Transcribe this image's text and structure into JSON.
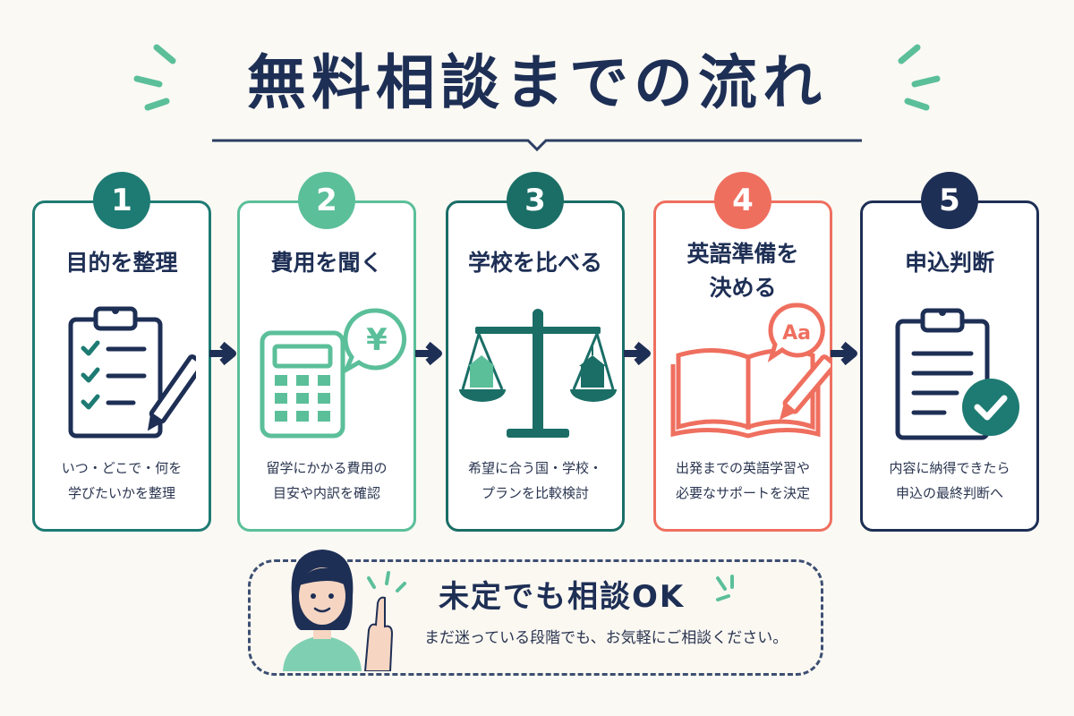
{
  "title": "無料相談までの流れ",
  "steps": [
    {
      "num": "1",
      "title": "目的を整理",
      "desc": [
        "いつ・どこで・何を",
        "学びたいかを整理"
      ],
      "color": "#1e7b73",
      "icon": "clipboard-checklist-icon"
    },
    {
      "num": "2",
      "title": "費用を聞く",
      "desc": [
        "留学にかかる費用の",
        "目安や内訳を確認"
      ],
      "color": "#5bbf9a",
      "icon": "calculator-yen-icon"
    },
    {
      "num": "3",
      "title": "学校を比べる",
      "desc": [
        "希望に合う国・学校・",
        "プランを比較検討"
      ],
      "color": "#1a6e66",
      "icon": "balance-scale-icon"
    },
    {
      "num": "4",
      "title": [
        "英語準備を",
        "決める"
      ],
      "desc": [
        "出発までの英語学習や",
        "必要なサポートを決定"
      ],
      "color": "#ef6f5f",
      "icon": "open-book-pencil-icon",
      "badge": "Aa"
    },
    {
      "num": "5",
      "title": "申込判断",
      "desc": [
        "内容に納得できたら",
        "申込の最終判断へ"
      ],
      "color": "#1e2f55",
      "icon": "clipboard-check-icon"
    }
  ],
  "yen_symbol": "¥",
  "note": {
    "title": "未定でも相談OK",
    "subtitle": "まだ迷っている段階でも、お気軽にご相談ください。"
  },
  "colors": {
    "navy": "#1e2f55",
    "teal": "#1e7b73",
    "mint": "#5bbf9a",
    "coral": "#ef6f5f",
    "background": "#faf9f4"
  }
}
